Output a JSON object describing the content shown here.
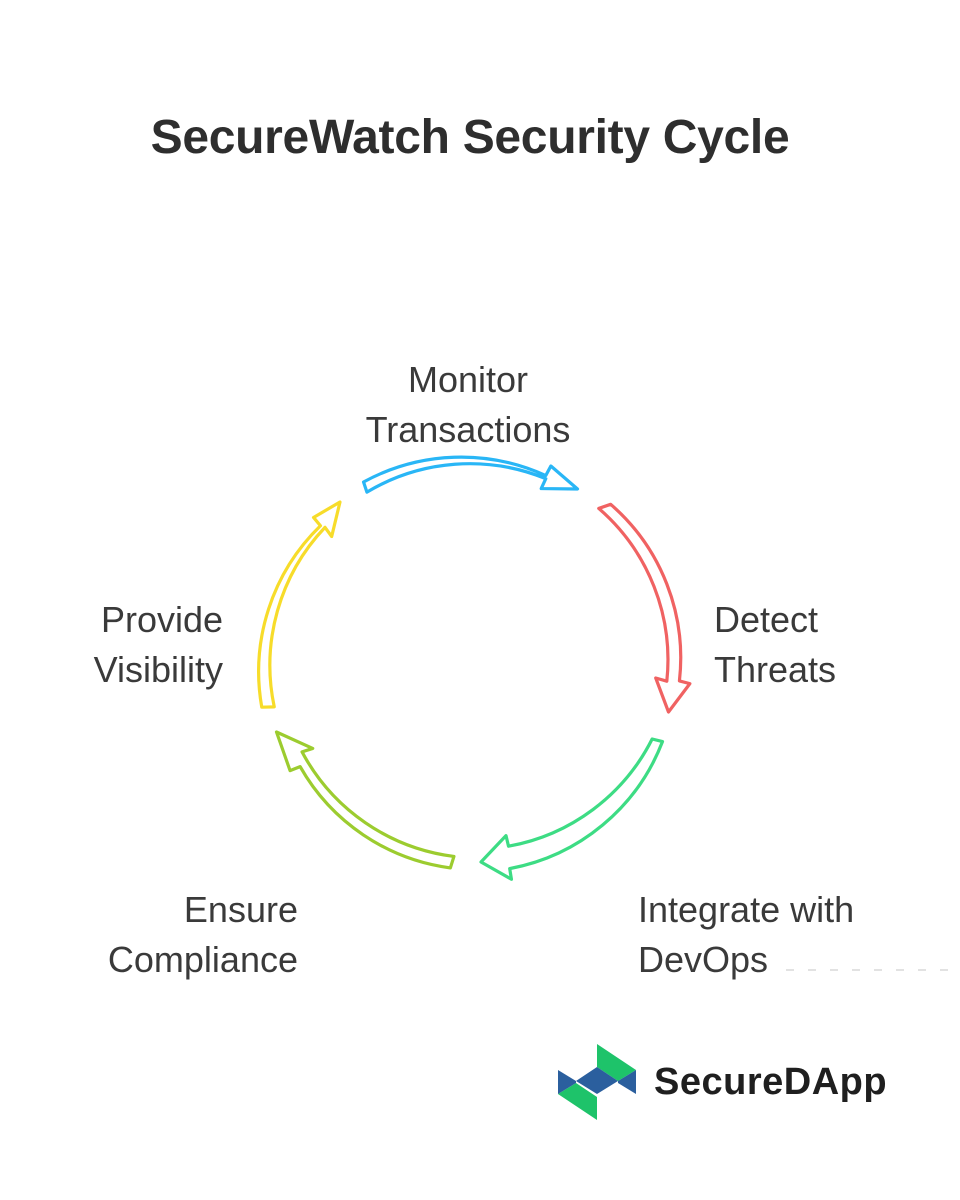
{
  "title": "SecureWatch Security Cycle",
  "steps": [
    {
      "id": "monitor",
      "lines": [
        "Monitor",
        "Transactions"
      ],
      "color": "#29b6f6"
    },
    {
      "id": "detect",
      "lines": [
        "Detect",
        "Threats"
      ],
      "color": "#f06262"
    },
    {
      "id": "integrate",
      "lines": [
        "Integrate with",
        "DevOps"
      ],
      "color": "#3ddc84"
    },
    {
      "id": "ensure",
      "lines": [
        "Ensure",
        "Compliance"
      ],
      "color": "#9ccc2f"
    },
    {
      "id": "provide",
      "lines": [
        "Provide",
        "Visibility"
      ],
      "color": "#f7dc2a"
    }
  ],
  "brand": {
    "name": "SecureDApp",
    "logo_colors": {
      "green": "#1ec36a",
      "blue": "#2b5f9e"
    }
  }
}
